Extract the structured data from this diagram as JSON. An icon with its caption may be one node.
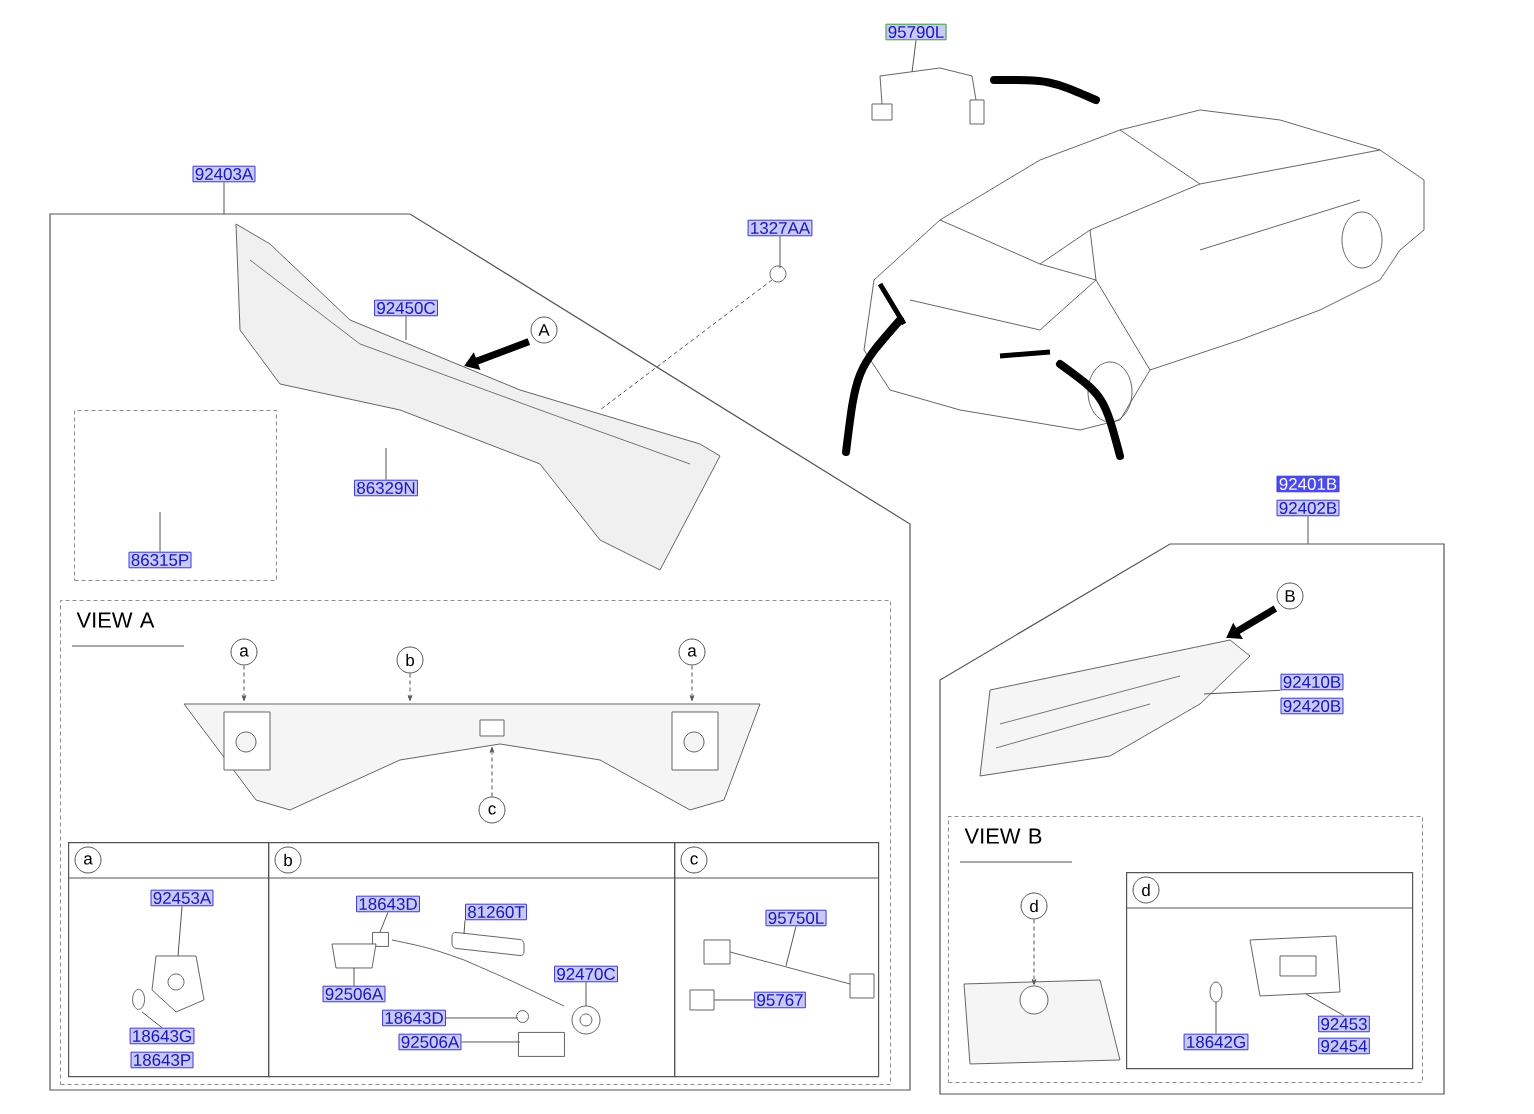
{
  "diagram": {
    "nodes": [
      {
        "text": [
          "92403A"
        ]
      },
      {
        "text": [],
        "shape": "box"
      },
      {
        "text": [
          "92450C"
        ],
        "in": 1
      },
      {
        "text": [
          "A"
        ],
        "in": 1
      },
      {
        "text": [
          "86329N"
        ],
        "in": 1
      },
      {
        "text": [],
        "shape": "box",
        "in": 1
      },
      {
        "text": [
          "86315P"
        ],
        "in": 5
      },
      {
        "text": [
          "VIEW A"
        ],
        "in": 1
      },
      {
        "text": [
          "a"
        ],
        "in": 7
      },
      {
        "text": [
          "b"
        ],
        "in": 7
      },
      {
        "text": [
          "a"
        ],
        "in": 7
      },
      {
        "text": [
          "c"
        ],
        "in": 7
      },
      {
        "text": [],
        "shape": "box",
        "in": 7
      },
      {
        "text": [],
        "shape": "box",
        "in": 7
      },
      {
        "text": [],
        "shape": "box",
        "in": 7
      },
      {
        "text": [
          "92453A"
        ],
        "in": 12
      },
      {
        "text": [
          "18643G"
        ],
        "in": 12
      },
      {
        "text": [
          "18643P"
        ],
        "in": 12
      },
      {
        "text": [
          "18643D"
        ],
        "in": 13
      },
      {
        "text": [
          "81260T"
        ],
        "in": 13
      },
      {
        "text": [
          "92506A"
        ],
        "in": 13
      },
      {
        "text": [
          "92470C"
        ],
        "in": 13
      },
      {
        "text": [
          "18643D"
        ],
        "in": 13
      },
      {
        "text": [
          "92506A"
        ],
        "in": 13
      },
      {
        "text": [
          "95750L"
        ],
        "in": 14
      },
      {
        "text": [
          "95767"
        ],
        "in": 14
      },
      {
        "text": [
          "1327AA"
        ]
      },
      {
        "text": [
          "95790L"
        ]
      },
      {
        "text": [
          "92401B"
        ]
      },
      {
        "text": [
          "92402B"
        ]
      },
      {
        "text": [],
        "shape": "box"
      },
      {
        "text": [
          "B"
        ],
        "in": 30
      },
      {
        "text": [
          "92410B"
        ],
        "in": 30
      },
      {
        "text": [
          "92420B"
        ],
        "in": 30
      },
      {
        "text": [
          "VIEW B"
        ],
        "in": 30
      },
      {
        "text": [
          "d"
        ],
        "in": 34
      },
      {
        "text": [],
        "shape": "box",
        "in": 34
      },
      {
        "text": [
          "18642G"
        ],
        "in": 36
      },
      {
        "text": [
          "92453"
        ],
        "in": 36
      },
      {
        "text": [
          "92454"
        ],
        "in": 36
      },
      {
        "text": [],
        "shape": "picture",
        "in": 1
      },
      {
        "text": [],
        "shape": "circle"
      },
      {
        "text": [],
        "shape": "picture"
      },
      {
        "text": [],
        "shape": "picture",
        "in": 7
      },
      {
        "text": [],
        "shape": "picture",
        "in": 12
      },
      {
        "text": [],
        "shape": "circle",
        "in": 12
      },
      {
        "text": [],
        "shape": "box",
        "in": 13
      },
      {
        "text": [],
        "shape": "picture",
        "in": 13
      },
      {
        "text": [],
        "shape": "picture",
        "in": 13
      },
      {
        "text": [],
        "shape": "picture",
        "in": 13
      },
      {
        "text": [],
        "shape": "circle",
        "in": 13
      },
      {
        "text": [],
        "shape": "box",
        "in": 13
      },
      {
        "text": [],
        "shape": "picture",
        "in": 14
      },
      {
        "text": [],
        "shape": "picture",
        "in": 14
      },
      {
        "text": [],
        "shape": "picture",
        "in": 30
      },
      {
        "text": [],
        "shape": "picture",
        "in": 34
      },
      {
        "text": [],
        "shape": "picture",
        "in": 36
      },
      {
        "text": [],
        "shape": "picture",
        "in": 36
      },
      {
        "text": [
          "a"
        ],
        "in": 12
      },
      {
        "text": [
          "b"
        ],
        "in": 13
      },
      {
        "text": [
          "c"
        ],
        "in": 14
      },
      {
        "text": [
          "d"
        ],
        "in": 36
      }
    ],
    "edges": [
      {
        "from": 0,
        "to": 1,
        "arrow": "none"
      },
      {
        "from": 2,
        "to": 40,
        "arrow": "none"
      },
      {
        "from": 4,
        "to": null,
        "arrow": "none"
      },
      {
        "from": 6,
        "to": null,
        "arrow": "none"
      },
      {
        "from": 8,
        "to": 43,
        "arrow": "to",
        "style": "dashed"
      },
      {
        "from": 9,
        "to": 43,
        "arrow": "to",
        "style": "dashed"
      },
      {
        "from": 10,
        "to": 43,
        "arrow": "to",
        "style": "dashed"
      },
      {
        "from": 11,
        "to": 43,
        "arrow": "to",
        "style": "dashed"
      },
      {
        "from": 15,
        "to": 44,
        "arrow": "none"
      },
      {
        "from": 16,
        "to": 45,
        "arrow": "none"
      },
      {
        "from": 18,
        "to": 46,
        "arrow": "none"
      },
      {
        "from": 19,
        "to": 48,
        "arrow": "none"
      },
      {
        "from": 20,
        "to": 47,
        "arrow": "none"
      },
      {
        "from": 21,
        "to": 49,
        "arrow": "none"
      },
      {
        "from": 22,
        "to": 50,
        "arrow": "none"
      },
      {
        "from": 23,
        "to": 51,
        "arrow": "none"
      },
      {
        "from": 24,
        "to": 52,
        "arrow": "none"
      },
      {
        "from": 25,
        "to": 53,
        "arrow": "none"
      },
      {
        "from": 26,
        "to": 41,
        "arrow": "none"
      },
      {
        "from": 27,
        "to": 42,
        "arrow": "none"
      },
      {
        "from": 29,
        "to": 30,
        "arrow": "none"
      },
      {
        "from": 32,
        "to": 54,
        "arrow": "none"
      },
      {
        "from": 35,
        "to": 55,
        "arrow": "to",
        "style": "dashed"
      },
      {
        "from": 37,
        "to": 56,
        "arrow": "none"
      },
      {
        "from": 38,
        "to": 57,
        "arrow": "none"
      },
      {
        "from": 41,
        "to": 40,
        "arrow": "none",
        "style": "dashed"
      },
      {
        "from": 3,
        "to": 40,
        "arrow": "to",
        "style": "thick"
      },
      {
        "from": 31,
        "to": 54,
        "arrow": "to",
        "style": "thick"
      }
    ]
  }
}
